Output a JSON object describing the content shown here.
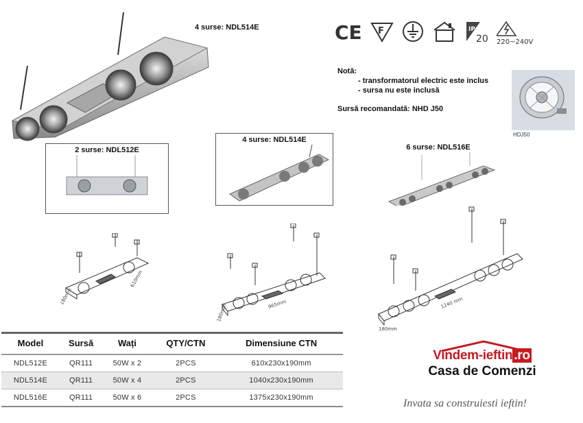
{
  "hero": {
    "label": "4 surse: NDL514E"
  },
  "certifications": {
    "icons": [
      "ce-mark-icon",
      "f-mark-icon",
      "ground-icon",
      "indoor-house-icon",
      "ip20-icon",
      "voltage-icon"
    ],
    "ip_value": "20",
    "voltage": "220~240V"
  },
  "notes": {
    "title": "Notă:",
    "items": [
      "- transformatorul electric este inclus",
      "- sursa nu este inclusă"
    ],
    "recommended": "Sursă recomandată: NHD J50"
  },
  "bulb": {
    "caption": "HDJ50"
  },
  "variants": [
    {
      "label": "2 surse: NDL512E"
    },
    {
      "label": "4 surse: NDL514E"
    },
    {
      "label": "6 surse: NDL516E"
    }
  ],
  "drawings": {
    "d1": {
      "w": "180mm",
      "l": "610mm"
    },
    "d2": {
      "w": "180mm",
      "l": "965mm"
    },
    "d3": {
      "w": "180mm",
      "l": "1240 mm"
    }
  },
  "table": {
    "headers": [
      "Model",
      "Sursă",
      "Wați",
      "QTY/CTN",
      "Dimensiune CTN"
    ],
    "rows": [
      [
        "NDL512E",
        "QR111",
        "50W x 2",
        "2PCS",
        "610x230x190mm"
      ],
      [
        "NDL514E",
        "QR111",
        "50W x 4",
        "2PCS",
        "1040x230x190mm"
      ],
      [
        "NDL516E",
        "QR111",
        "50W x 6",
        "2PCS",
        "1375x230x190mm"
      ]
    ]
  },
  "brand": {
    "name_main": "Vindem-ieftin",
    "name_tld": ".ro",
    "tagline": "Casa de Comenzi",
    "slogan": "Invata sa construiesti ieftin!"
  },
  "colors": {
    "brand_red": "#c8191f",
    "fixture_grey": "#b9b9b9",
    "row_shade": "#e9e9e9"
  }
}
